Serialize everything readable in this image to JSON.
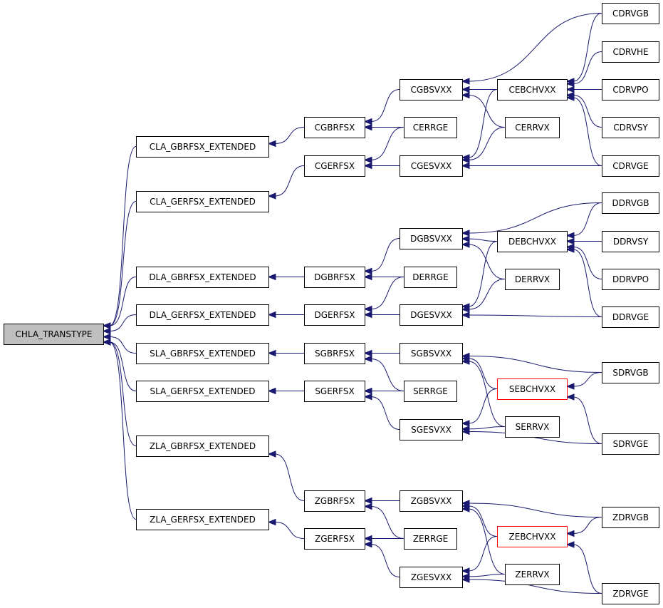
{
  "diagram": {
    "nodes": [
      {
        "id": "CHLA_TRANSTYPE",
        "label": "CHLA_TRANSTYPE",
        "style": "root"
      },
      {
        "id": "CLA_GBRFSX_EXTENDED",
        "label": "CLA_GBRFSX_EXTENDED"
      },
      {
        "id": "CLA_GERFSX_EXTENDED",
        "label": "CLA_GERFSX_EXTENDED"
      },
      {
        "id": "DLA_GBRFSX_EXTENDED",
        "label": "DLA_GBRFSX_EXTENDED"
      },
      {
        "id": "DLA_GERFSX_EXTENDED",
        "label": "DLA_GERFSX_EXTENDED"
      },
      {
        "id": "SLA_GBRFSX_EXTENDED",
        "label": "SLA_GBRFSX_EXTENDED"
      },
      {
        "id": "SLA_GERFSX_EXTENDED",
        "label": "SLA_GERFSX_EXTENDED"
      },
      {
        "id": "ZLA_GBRFSX_EXTENDED",
        "label": "ZLA_GBRFSX_EXTENDED"
      },
      {
        "id": "ZLA_GERFSX_EXTENDED",
        "label": "ZLA_GERFSX_EXTENDED"
      },
      {
        "id": "CGBRFSX",
        "label": "CGBRFSX"
      },
      {
        "id": "CGERFSX",
        "label": "CGERFSX"
      },
      {
        "id": "DGBRFSX",
        "label": "DGBRFSX"
      },
      {
        "id": "DGERFSX",
        "label": "DGERFSX"
      },
      {
        "id": "SGBRFSX",
        "label": "SGBRFSX"
      },
      {
        "id": "SGERFSX",
        "label": "SGERFSX"
      },
      {
        "id": "ZGBRFSX",
        "label": "ZGBRFSX"
      },
      {
        "id": "ZGERFSX",
        "label": "ZGERFSX"
      },
      {
        "id": "CGBSVXX",
        "label": "CGBSVXX"
      },
      {
        "id": "CERRGE",
        "label": "CERRGE"
      },
      {
        "id": "CGESVXX",
        "label": "CGESVXX"
      },
      {
        "id": "DGBSVXX",
        "label": "DGBSVXX"
      },
      {
        "id": "DERRGE",
        "label": "DERRGE"
      },
      {
        "id": "DGESVXX",
        "label": "DGESVXX"
      },
      {
        "id": "SGBSVXX",
        "label": "SGBSVXX"
      },
      {
        "id": "SERRGE",
        "label": "SERRGE"
      },
      {
        "id": "SGESVXX",
        "label": "SGESVXX"
      },
      {
        "id": "ZGBSVXX",
        "label": "ZGBSVXX"
      },
      {
        "id": "ZERRGE",
        "label": "ZERRGE"
      },
      {
        "id": "ZGESVXX",
        "label": "ZGESVXX"
      },
      {
        "id": "CEBCHVXX",
        "label": "CEBCHVXX"
      },
      {
        "id": "CERRVX",
        "label": "CERRVX"
      },
      {
        "id": "DEBCHVXX",
        "label": "DEBCHVXX"
      },
      {
        "id": "DERRVX",
        "label": "DERRVX"
      },
      {
        "id": "SEBCHVXX",
        "label": "SEBCHVXX",
        "style": "red"
      },
      {
        "id": "SERRVX",
        "label": "SERRVX"
      },
      {
        "id": "ZEBCHVXX",
        "label": "ZEBCHVXX",
        "style": "red"
      },
      {
        "id": "ZERRVX",
        "label": "ZERRVX"
      },
      {
        "id": "CDRVGB",
        "label": "CDRVGB"
      },
      {
        "id": "CDRVHE",
        "label": "CDRVHE"
      },
      {
        "id": "CDRVPO",
        "label": "CDRVPO"
      },
      {
        "id": "CDRVSY",
        "label": "CDRVSY"
      },
      {
        "id": "CDRVGE",
        "label": "CDRVGE"
      },
      {
        "id": "DDRVGB",
        "label": "DDRVGB"
      },
      {
        "id": "DDRVSY",
        "label": "DDRVSY"
      },
      {
        "id": "DDRVPO",
        "label": "DDRVPO"
      },
      {
        "id": "DDRVGE",
        "label": "DDRVGE"
      },
      {
        "id": "SDRVGB",
        "label": "SDRVGB"
      },
      {
        "id": "SDRVGE",
        "label": "SDRVGE"
      },
      {
        "id": "ZDRVGB",
        "label": "ZDRVGB"
      },
      {
        "id": "ZDRVGE",
        "label": "ZDRVGE"
      }
    ],
    "edges": [
      {
        "from": "CLA_GBRFSX_EXTENDED",
        "to": "CHLA_TRANSTYPE"
      },
      {
        "from": "CLA_GERFSX_EXTENDED",
        "to": "CHLA_TRANSTYPE"
      },
      {
        "from": "DLA_GBRFSX_EXTENDED",
        "to": "CHLA_TRANSTYPE"
      },
      {
        "from": "DLA_GERFSX_EXTENDED",
        "to": "CHLA_TRANSTYPE"
      },
      {
        "from": "SLA_GBRFSX_EXTENDED",
        "to": "CHLA_TRANSTYPE"
      },
      {
        "from": "SLA_GERFSX_EXTENDED",
        "to": "CHLA_TRANSTYPE"
      },
      {
        "from": "ZLA_GBRFSX_EXTENDED",
        "to": "CHLA_TRANSTYPE"
      },
      {
        "from": "ZLA_GERFSX_EXTENDED",
        "to": "CHLA_TRANSTYPE"
      },
      {
        "from": "CGBRFSX",
        "to": "CLA_GBRFSX_EXTENDED"
      },
      {
        "from": "CGERFSX",
        "to": "CLA_GERFSX_EXTENDED"
      },
      {
        "from": "DGBRFSX",
        "to": "DLA_GBRFSX_EXTENDED"
      },
      {
        "from": "DGERFSX",
        "to": "DLA_GERFSX_EXTENDED"
      },
      {
        "from": "SGBRFSX",
        "to": "SLA_GBRFSX_EXTENDED"
      },
      {
        "from": "SGERFSX",
        "to": "SLA_GERFSX_EXTENDED"
      },
      {
        "from": "ZGBRFSX",
        "to": "ZLA_GBRFSX_EXTENDED"
      },
      {
        "from": "ZGERFSX",
        "to": "ZLA_GERFSX_EXTENDED"
      },
      {
        "from": "CGBSVXX",
        "to": "CGBRFSX"
      },
      {
        "from": "CERRGE",
        "to": "CGBRFSX"
      },
      {
        "from": "CERRGE",
        "to": "CGERFSX"
      },
      {
        "from": "CGESVXX",
        "to": "CGERFSX"
      },
      {
        "from": "DGBSVXX",
        "to": "DGBRFSX"
      },
      {
        "from": "DERRGE",
        "to": "DGBRFSX"
      },
      {
        "from": "DERRGE",
        "to": "DGERFSX"
      },
      {
        "from": "DGESVXX",
        "to": "DGERFSX"
      },
      {
        "from": "SGBSVXX",
        "to": "SGBRFSX"
      },
      {
        "from": "SERRGE",
        "to": "SGBRFSX"
      },
      {
        "from": "SERRGE",
        "to": "SGERFSX"
      },
      {
        "from": "SGESVXX",
        "to": "SGERFSX"
      },
      {
        "from": "ZGBSVXX",
        "to": "ZGBRFSX"
      },
      {
        "from": "ZERRGE",
        "to": "ZGBRFSX"
      },
      {
        "from": "ZERRGE",
        "to": "ZGERFSX"
      },
      {
        "from": "ZGESVXX",
        "to": "ZGERFSX"
      },
      {
        "from": "CDRVGB",
        "to": "CGBSVXX"
      },
      {
        "from": "CEBCHVXX",
        "to": "CGBSVXX"
      },
      {
        "from": "CERRVX",
        "to": "CGBSVXX"
      },
      {
        "from": "CEBCHVXX",
        "to": "CGESVXX"
      },
      {
        "from": "CERRVX",
        "to": "CGESVXX"
      },
      {
        "from": "CDRVGE",
        "to": "CGESVXX"
      },
      {
        "from": "CDRVGB",
        "to": "CEBCHVXX"
      },
      {
        "from": "CDRVHE",
        "to": "CEBCHVXX"
      },
      {
        "from": "CDRVPO",
        "to": "CEBCHVXX"
      },
      {
        "from": "CDRVSY",
        "to": "CEBCHVXX"
      },
      {
        "from": "CDRVGE",
        "to": "CEBCHVXX"
      },
      {
        "from": "DDRVGB",
        "to": "DGBSVXX"
      },
      {
        "from": "DEBCHVXX",
        "to": "DGBSVXX"
      },
      {
        "from": "DERRVX",
        "to": "DGBSVXX"
      },
      {
        "from": "DEBCHVXX",
        "to": "DGESVXX"
      },
      {
        "from": "DERRVX",
        "to": "DGESVXX"
      },
      {
        "from": "DDRVGE",
        "to": "DGESVXX"
      },
      {
        "from": "DDRVGB",
        "to": "DEBCHVXX"
      },
      {
        "from": "DDRVSY",
        "to": "DEBCHVXX"
      },
      {
        "from": "DDRVPO",
        "to": "DEBCHVXX"
      },
      {
        "from": "DDRVGE",
        "to": "DEBCHVXX"
      },
      {
        "from": "SDRVGB",
        "to": "SGBSVXX"
      },
      {
        "from": "SEBCHVXX",
        "to": "SGBSVXX"
      },
      {
        "from": "SERRVX",
        "to": "SGBSVXX"
      },
      {
        "from": "SEBCHVXX",
        "to": "SGESVXX"
      },
      {
        "from": "SERRVX",
        "to": "SGESVXX"
      },
      {
        "from": "SDRVGE",
        "to": "SGESVXX"
      },
      {
        "from": "SDRVGB",
        "to": "SEBCHVXX"
      },
      {
        "from": "SDRVGE",
        "to": "SEBCHVXX"
      },
      {
        "from": "ZDRVGB",
        "to": "ZGBSVXX"
      },
      {
        "from": "ZEBCHVXX",
        "to": "ZGBSVXX"
      },
      {
        "from": "ZERRVX",
        "to": "ZGBSVXX"
      },
      {
        "from": "ZEBCHVXX",
        "to": "ZGESVXX"
      },
      {
        "from": "ZERRVX",
        "to": "ZGESVXX"
      },
      {
        "from": "ZDRVGE",
        "to": "ZGESVXX"
      },
      {
        "from": "ZDRVGB",
        "to": "ZEBCHVXX"
      },
      {
        "from": "ZDRVGE",
        "to": "ZEBCHVXX"
      }
    ]
  },
  "colors": {
    "edge": "#191970",
    "root_fill": "#bfbfbf",
    "highlight_border": "#ff0000"
  }
}
